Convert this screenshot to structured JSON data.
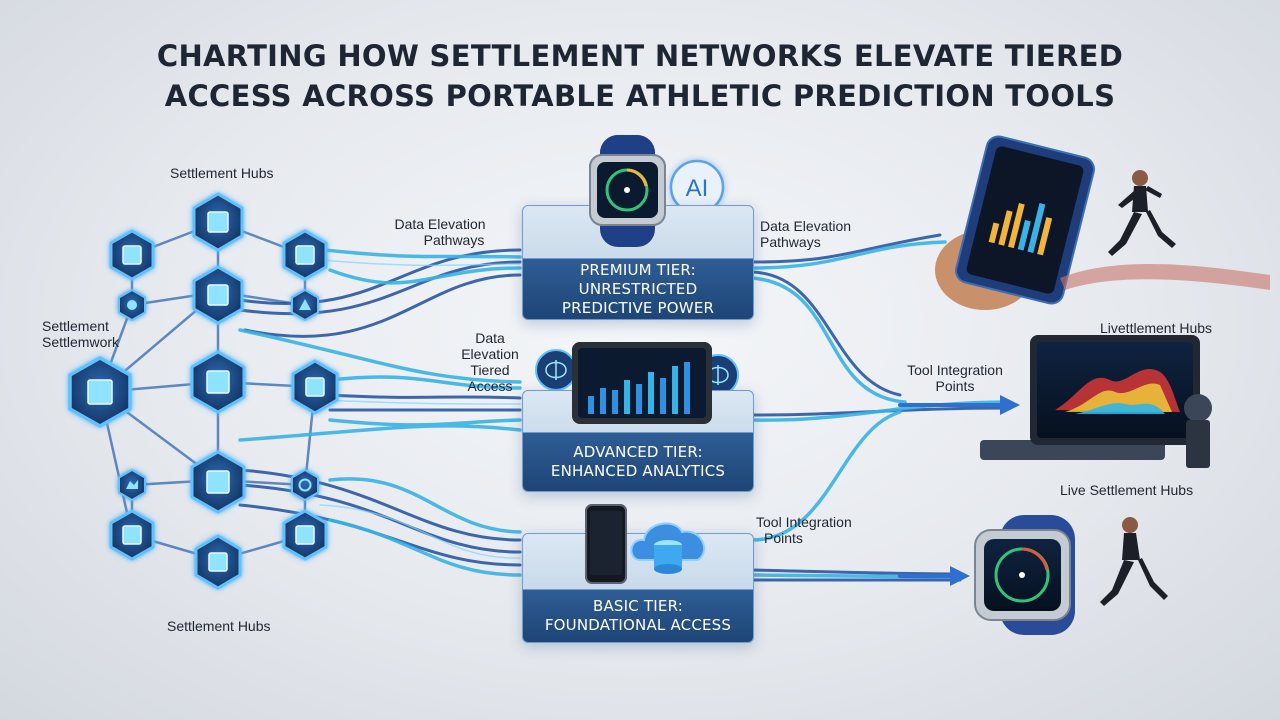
{
  "title": {
    "line1": "CHARTING HOW SETTLEMENT NETWORKS ELEVATE TIERED",
    "line2": "ACCESS ACROSS PORTABLE ATHLETIC PREDICTION TOOLS"
  },
  "labels": {
    "settlement_hubs_top": "Settlement Hubs",
    "settlement_network_line1": "Settlement",
    "settlement_network_line2": "Settlemwork",
    "settlement_hubs_bottom": "Settlement Hubs",
    "pathways_left_line1": "Data Elevation",
    "pathways_left_line2": "Pathways",
    "pathways_mid_line1": "Data",
    "pathways_mid_line2": "Elevation",
    "pathways_mid_line3": "Tiered",
    "pathways_mid_line4": "Access",
    "pathways_right_line1": "Data Elevation",
    "pathways_right_line2": "Pathways",
    "tool_integration_right_line1": "Tool Integration",
    "tool_integration_right_line2": "Points",
    "tool_integration_mid_line1": "Tool Integration",
    "tool_integration_mid_line2": "Points",
    "livettlement_hubs": "Livettlement Hubs",
    "live_settlement_hubs": "Live Settlement Hubs",
    "ai_badge": "AI"
  },
  "tiers": [
    {
      "line1": "PREMIUM TIER:",
      "line2": "UNRESTRICTED",
      "line3": "PREDICTIVE POWER"
    },
    {
      "line1": "ADVANCED TIER:",
      "line2": "ENHANCED ANALYTICS"
    },
    {
      "line1": "BASIC TIER:",
      "line2": "FOUNDATIONAL ACCESS"
    }
  ],
  "colors": {
    "hub_glow": "#3aa8ff",
    "hub_fill": "#1b3f74",
    "stream_dark": "#1e4fa0",
    "stream_light": "#38b3e6",
    "tier_band": "#24508a",
    "background": "#e6e9ee"
  },
  "icons": {
    "hub_chip": "chip-icon",
    "premium_device": "smartwatch-icon",
    "advanced_device": "tablet-chart-icon",
    "basic_device": "phone-cloud-database-icon",
    "brain": "brain-icon"
  }
}
